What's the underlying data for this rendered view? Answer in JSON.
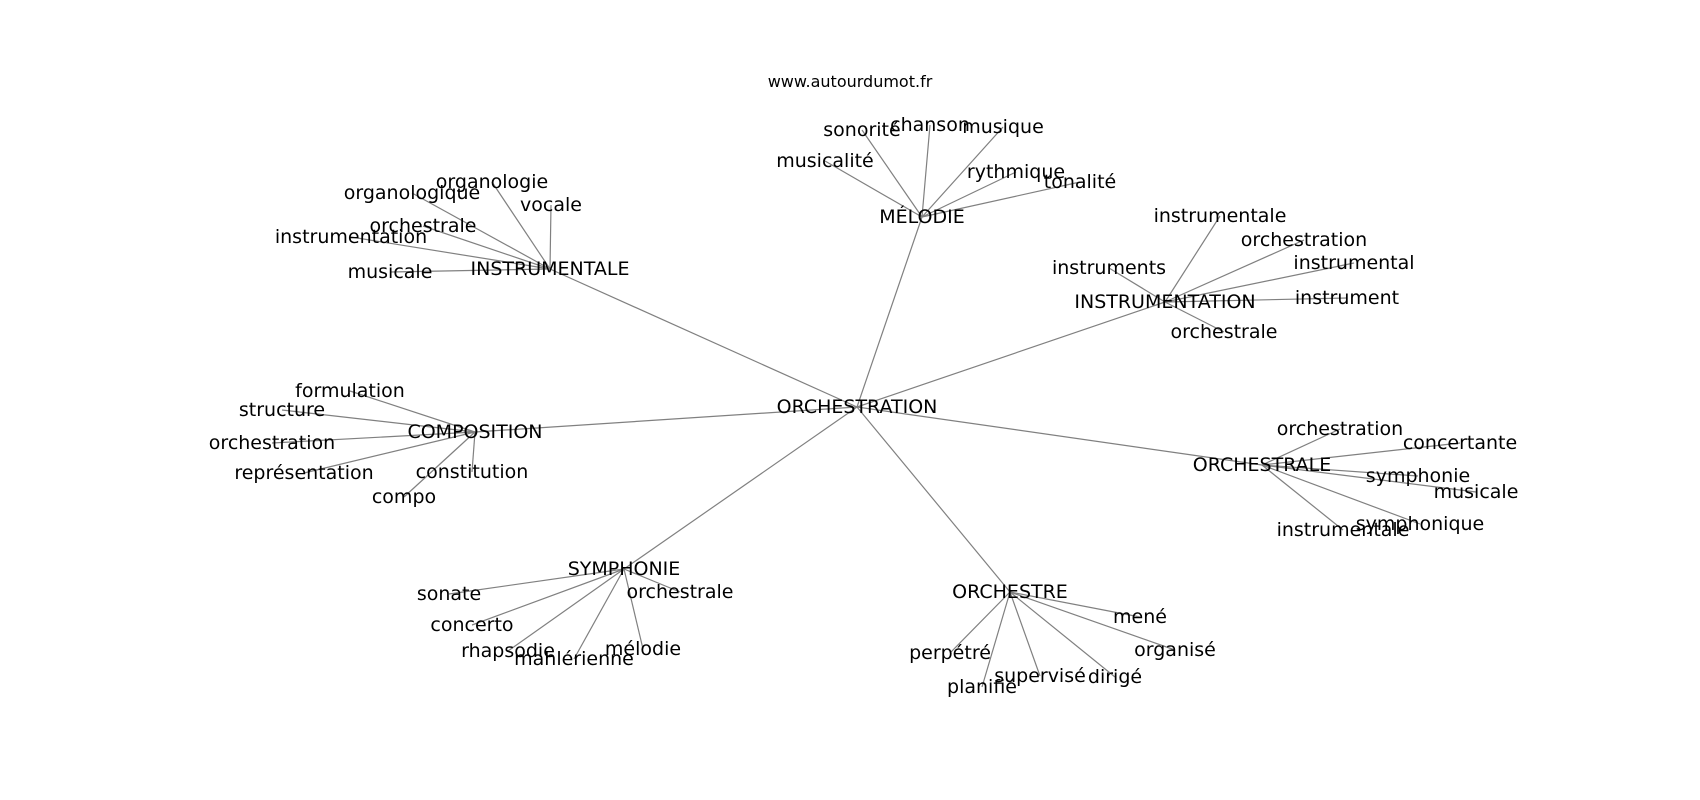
{
  "source": "www.autourdumot.fr",
  "root": "ORCHESTRATION",
  "clusters": [
    {
      "hub": "MÉLODIE",
      "leaves": [
        "sonorité",
        "chanson",
        "musique",
        "musicalité",
        "rythmique",
        "tonalité"
      ]
    },
    {
      "hub": "INSTRUMENTALE",
      "leaves": [
        "organologie",
        "organologique",
        "vocale",
        "orchestrale",
        "instrumentation",
        "musicale"
      ]
    },
    {
      "hub": "INSTRUMENTATION",
      "leaves": [
        "instrumentale",
        "orchestration",
        "instruments",
        "instrumental",
        "instrument",
        "orchestrale"
      ]
    },
    {
      "hub": "COMPOSITION",
      "leaves": [
        "formulation",
        "structure",
        "orchestration",
        "représentation",
        "constitution",
        "compo"
      ]
    },
    {
      "hub": "ORCHESTRALE",
      "leaves": [
        "orchestration",
        "concertante",
        "symphonie",
        "musicale",
        "symphonique",
        "instrumentale"
      ]
    },
    {
      "hub": "SYMPHONIE",
      "leaves": [
        "sonate",
        "orchestrale",
        "concerto",
        "rhapsodie",
        "mahlérienne",
        "mélodie"
      ]
    },
    {
      "hub": "ORCHESTRE",
      "leaves": [
        "mené",
        "perpétré",
        "organisé",
        "supervisé",
        "dirigé",
        "planifié"
      ]
    }
  ]
}
